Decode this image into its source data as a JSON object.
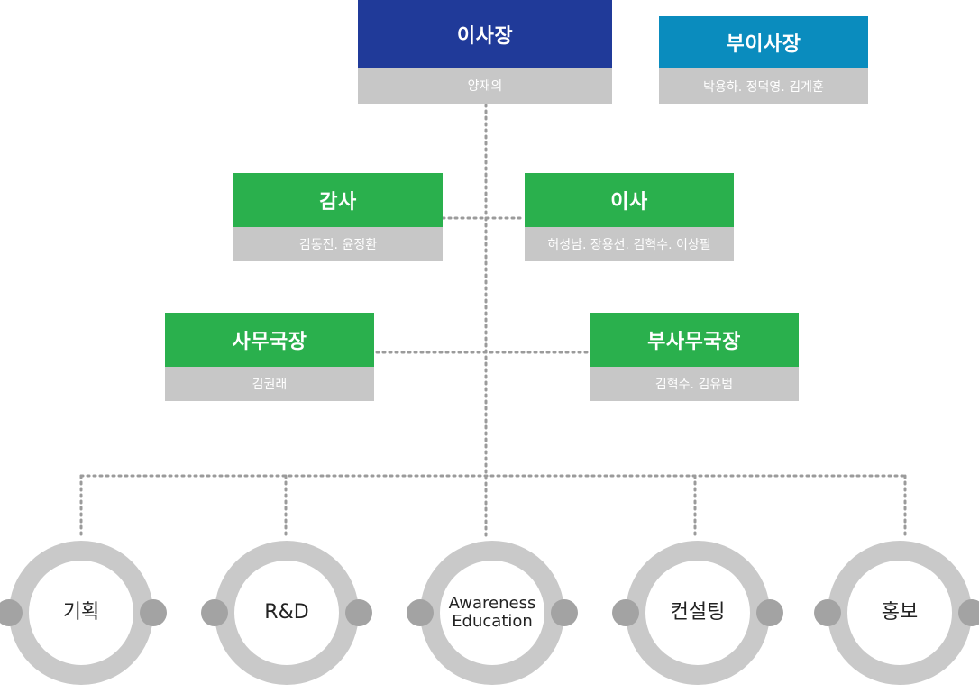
{
  "chairman": {
    "title": "이사장",
    "names": "양재의"
  },
  "vice_chairman": {
    "title": "부이사장",
    "names": "박용하. 정덕영. 김계훈"
  },
  "auditor": {
    "title": "감사",
    "names": "김동진. 윤정환"
  },
  "director": {
    "title": "이사",
    "names": "허성남. 장용선. 김혁수. 이상필"
  },
  "secretary_general": {
    "title": "사무국장",
    "names": "김권래"
  },
  "deputy_secretary_general": {
    "title": "부사무국장",
    "names": "김혁수. 김유범"
  },
  "departments": [
    {
      "label": "기획"
    },
    {
      "label": "R&D"
    },
    {
      "label": "Awareness Education"
    },
    {
      "label": "컨설팅"
    },
    {
      "label": "홍보"
    }
  ],
  "colors": {
    "navy": "#203a99",
    "blue": "#0a8cbe",
    "green": "#2ab04d",
    "gray": "#c7c7c7",
    "ring": "#c9c9c9",
    "knob": "#a3a3a3"
  }
}
